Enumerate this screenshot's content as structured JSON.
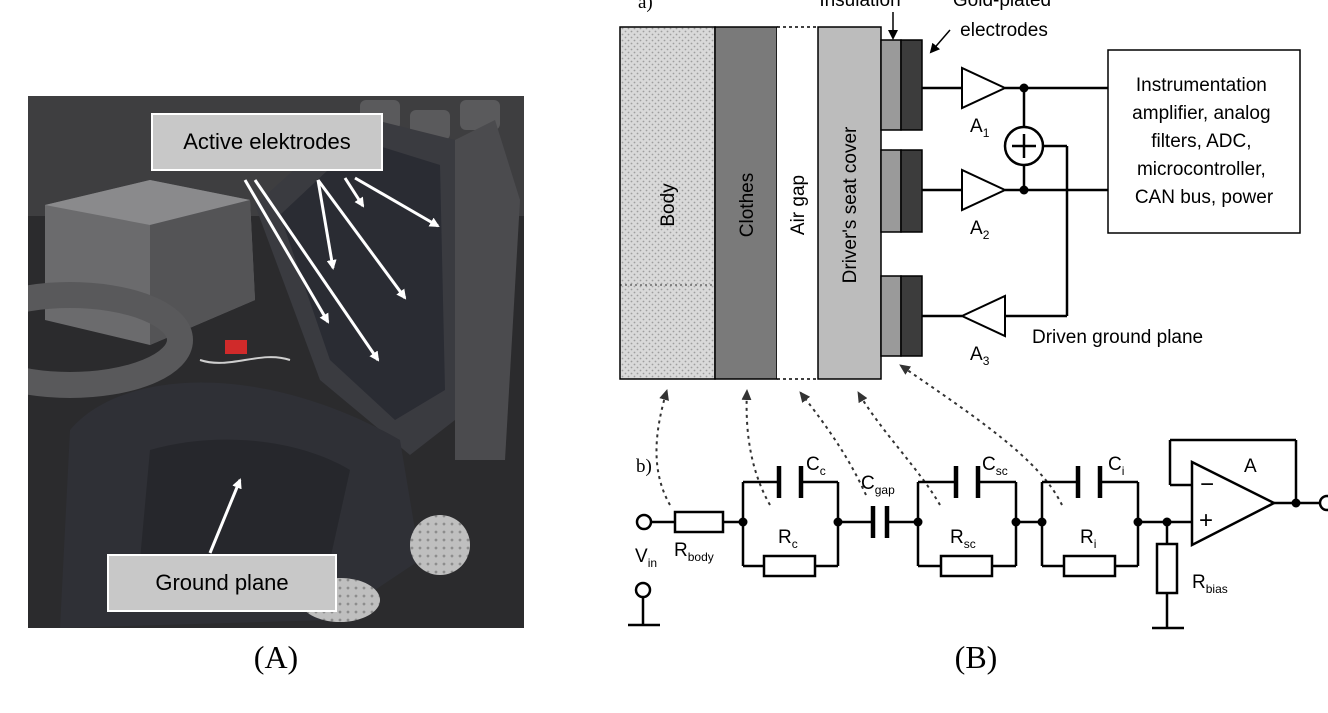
{
  "panel_a": {
    "caption": "(A)",
    "label_active": "Active elektrodes",
    "label_ground": "Ground plane"
  },
  "panel_b": {
    "caption": "(B)",
    "label_a": "a)",
    "label_b": "b)",
    "insulation": "Insulation",
    "gold_plated_1": "Gold-plated",
    "gold_plated_2": "electrodes",
    "layers": {
      "body": "Body",
      "clothes": "Clothes",
      "air_gap": "Air gap",
      "seat_cover": "Driver's seat cover"
    },
    "processing_box": [
      "Instrumentation",
      "amplifier, analog",
      "filters, ADC,",
      "microcontroller,",
      "CAN bus, power"
    ],
    "driven_ground_plane": "Driven ground plane",
    "amps": {
      "a1": {
        "main": "A",
        "sub": "1"
      },
      "a2": {
        "main": "A",
        "sub": "2"
      },
      "a3": {
        "main": "A",
        "sub": "3"
      },
      "a": "A"
    },
    "circuit": {
      "vin": {
        "main": "V",
        "sub": "in"
      },
      "rbody": {
        "main": "R",
        "sub": "body"
      },
      "cc": {
        "main": "C",
        "sub": "c"
      },
      "rc": {
        "main": "R",
        "sub": "c"
      },
      "cgap": {
        "main": "C",
        "sub": "gap"
      },
      "csc": {
        "main": "C",
        "sub": "sc"
      },
      "rsc": {
        "main": "R",
        "sub": "sc"
      },
      "ci": {
        "main": "C",
        "sub": "i"
      },
      "ri": {
        "main": "R",
        "sub": "i"
      },
      "rbias": {
        "main": "R",
        "sub": "bias"
      },
      "minus": "−",
      "plus": "+"
    }
  },
  "colors": {
    "body_fill": "#d6d6d6",
    "clothes_fill": "#7a7a7a",
    "seat_cover_fill": "#bcbcbc",
    "insulation_fill": "#9a9a9a",
    "electrode_fill": "#3c3c3c",
    "label_box_fill": "#c8c8c8"
  }
}
